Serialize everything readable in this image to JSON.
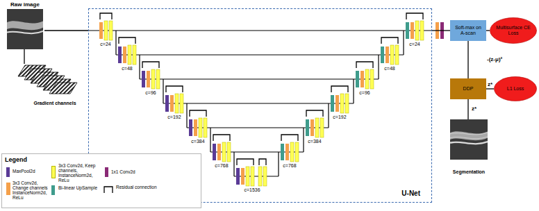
{
  "diagram": {
    "nodes": [
      {
        "text": [
          "Raw image"
        ]
      },
      {
        "text": [
          "Gradient channels"
        ]
      },
      {
        "text": [
          "U-Net"
        ]
      },
      {
        "text": [
          "Soft-max on A-scan"
        ]
      },
      {
        "text": [
          "Multisurface CE Loss"
        ]
      },
      {
        "text": [
          "DDP"
        ]
      },
      {
        "text": [
          "L1 Loss"
        ]
      },
      {
        "text": [
          "Segmentation"
        ]
      }
    ],
    "edges": [
      {
        "from": 0,
        "to": 2,
        "arrow": "none"
      },
      {
        "from": 0,
        "to": 1,
        "arrow": "none"
      },
      {
        "from": 2,
        "to": 3,
        "arrow": "none"
      },
      {
        "from": 3,
        "to": 4,
        "arrow": "none"
      },
      {
        "from": 3,
        "to": 5,
        "label": "-(z-μ)²",
        "arrow": "none"
      },
      {
        "from": 5,
        "to": 6,
        "label": "z*",
        "arrow": "none"
      },
      {
        "from": 5,
        "to": 7,
        "label": "z*",
        "arrow": "none"
      }
    ],
    "labels": [
      "c=24",
      "c=48",
      "c=96",
      "c=192",
      "c=384",
      "c=768",
      "c=1536",
      "c=768",
      "c=384",
      "c=192",
      "c=96",
      "c=48",
      "c=24",
      "Legend"
    ],
    "legend": [
      {
        "text": "MaxPool2d",
        "color": "#5a3b96"
      },
      {
        "text": "3x3 Conv2d, Keep channels, InstanceNorm2d, ReLu",
        "color": "#ffff55"
      },
      {
        "text": "1x1 Conv2d",
        "color": "#8a2a76"
      },
      {
        "text": "3x3 Conv2d, Change channels InstanceNorm2d, ReLu",
        "color": "#f5a04a"
      },
      {
        "text": "Bi-linear UpSample",
        "color": "#3f9c8c"
      },
      {
        "text": "Residual connection"
      }
    ]
  }
}
